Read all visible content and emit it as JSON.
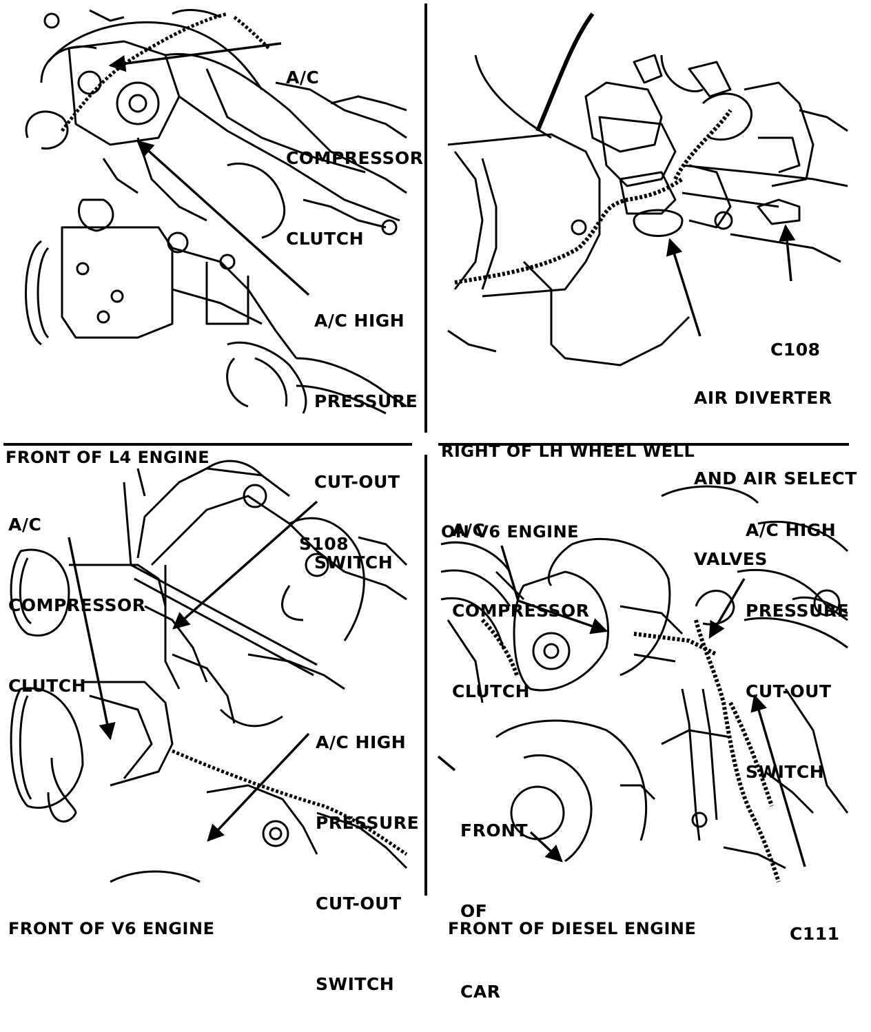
{
  "panels": [
    {
      "caption": [
        "FRONT OF L4 ENGINE"
      ],
      "labels": [
        {
          "lines": [
            "A/C",
            "COMPRESSOR",
            "CLUTCH"
          ]
        },
        {
          "lines": [
            "A/C HIGH",
            "PRESSURE",
            "CUT-OUT",
            "SWITCH"
          ]
        }
      ]
    },
    {
      "caption": [
        "RIGHT OF LH WHEEL WELL",
        "ON V6 ENGINE"
      ],
      "labels": [
        {
          "lines": [
            "C108"
          ]
        },
        {
          "lines": [
            "AIR DIVERTER",
            "AND AIR SELECT",
            "VALVES"
          ]
        }
      ]
    },
    {
      "caption": [
        "FRONT OF V6 ENGINE"
      ],
      "labels": [
        {
          "lines": [
            "A/C",
            "COMPRESSOR",
            "CLUTCH"
          ]
        },
        {
          "lines": [
            "S108"
          ]
        },
        {
          "lines": [
            "A/C HIGH",
            "PRESSURE",
            "CUT-OUT",
            "SWITCH"
          ]
        }
      ]
    },
    {
      "caption": [
        "FRONT OF DIESEL ENGINE"
      ],
      "labels": [
        {
          "lines": [
            "A/C",
            "COMPRESSOR",
            "CLUTCH"
          ]
        },
        {
          "lines": [
            "A/C HIGH",
            "PRESSURE",
            "CUT-OUT",
            "SWITCH"
          ]
        },
        {
          "lines": [
            "FRONT",
            "OF",
            "CAR"
          ]
        },
        {
          "lines": [
            "C111"
          ]
        }
      ]
    }
  ],
  "colors": {
    "ink": "#000000",
    "paper": "#ffffff"
  }
}
